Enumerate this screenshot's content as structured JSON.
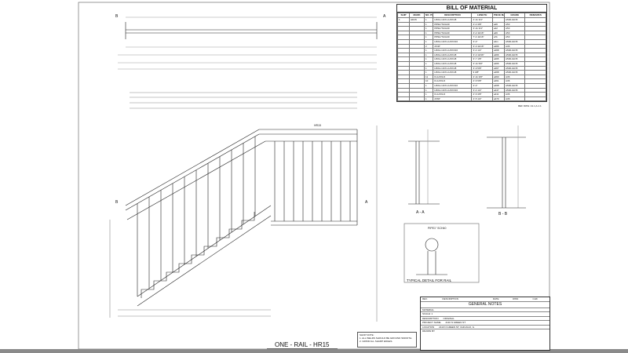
{
  "bom": {
    "title": "BILL OF MATERIAL",
    "headers": [
      "SHIP",
      "MARK",
      "NO. PCS",
      "DESCRIPTION",
      "LENGTH",
      "PIECE MARK",
      "GRADE",
      "REMARKS"
    ],
    "rows": [
      [
        "1",
        "HR15",
        "1",
        "HSS1-1/2X1-1/2X1/8",
        "2'-11 3/4\"",
        "",
        "A500-GR.B",
        ""
      ],
      [
        "",
        "",
        "1",
        "PIPE1\"SCH40",
        "4'-4 3/8\"",
        "a26",
        "A53",
        ""
      ],
      [
        "",
        "",
        "1",
        "PIPE1\"SCH40",
        "3'-11 3/4\"",
        "a42",
        "A53",
        ""
      ],
      [
        "",
        "",
        "1",
        "PIPE1\"SCH40",
        "4'-2 11/16\"",
        "a46",
        "A53",
        ""
      ],
      [
        "",
        "",
        "1",
        "PIPE1\"SCH40",
        "7'-4 11/16\"",
        "a7k",
        "A53",
        ""
      ],
      [
        "",
        "",
        "1",
        "HSS1-1/2X1-1/2X3/16",
        "3'-4\"",
        "a3m",
        "A500-GR.B",
        ""
      ],
      [
        "",
        "",
        "2",
        "2X4P",
        "3'-3 11/16\"",
        "a366",
        "A36",
        ""
      ],
      [
        "",
        "",
        "1",
        "HSS1-1/2X1-1/2X3/16",
        "3'-4 1/2\"",
        "a368",
        "A500-GR.B",
        ""
      ],
      [
        "",
        "",
        "1",
        "HSS1-1/2X1-1/2X1/8",
        "3'-3 13/16\"",
        "a366",
        "A500-GR.B",
        ""
      ],
      [
        "",
        "",
        "1",
        "HSS1-1/2X1-1/2X1/8",
        "3'-7 1/8\"",
        "a365",
        "A500-GR.B",
        ""
      ],
      [
        "",
        "",
        "1",
        "HSS1-1/2X1-1/2X1/8",
        "3'-11 5/8\"",
        "a366",
        "A500-GR.B",
        ""
      ],
      [
        "",
        "",
        "1",
        "HSS1-1/2X1-1/2X1/8",
        "3'-9 5/8\"",
        "a367",
        "A500-GR.B",
        ""
      ],
      [
        "",
        "",
        "1",
        "HSS1-1/2X1-1/2X1/8",
        "9 3/8\"",
        "a368",
        "A500-GR.B",
        ""
      ],
      [
        "",
        "",
        "11",
        "FL1/2X1/2",
        "2'-11 3/8\"",
        "a360",
        "A36",
        ""
      ],
      [
        "",
        "",
        "10",
        "FL1/2X1/2",
        "2'-6 5/8\"",
        "a361",
        "A36",
        ""
      ],
      [
        "",
        "",
        "1",
        "HSS1-1/2X1-1/2X3/16",
        "3'-4\"",
        "a468",
        "A500-GR.B",
        ""
      ],
      [
        "",
        "",
        "1",
        "HSS1-1/2X1-1/2X3/16",
        "3'-4 1/2\"",
        "a447",
        "A500-GR.B",
        ""
      ],
      [
        "",
        "",
        "1",
        "FL1/2X1/2",
        "2'-6 3/8\"",
        "a411",
        "A36",
        ""
      ],
      [
        "",
        "",
        "1",
        "2X6P",
        "4'-5 1/2\"",
        "a470",
        "A36",
        ""
      ]
    ]
  },
  "ref_dwg": "REF DWG: A1.1,A.1.1",
  "title_block": {
    "rev_header": [
      "REV.",
      "DESCRIPTION",
      "DATE",
      "DWN",
      "CHK"
    ],
    "general_notes": "GENERAL NOTES",
    "material": "MATERIAL",
    "scale": "SCALE: 1",
    "project_name_label": "PROJECT NAME",
    "project_name": "2110 N GREEN ST",
    "location_label": "LOCATION",
    "location": "2110 N GREEN ST, CHICAGO, IL",
    "description_label": "DESCRIPTION",
    "description": "ORIGINAL",
    "drawn_by": "DRAWN BY"
  },
  "labels": {
    "section_aa": "A - A",
    "section_bb": "B - B",
    "typical_detail": "TYPICAL DETAIL FOR RAIL",
    "pipe_callout": "PIPE1\" SCH40",
    "drawing_title": "ONE - RAIL - HR15",
    "mark_a": "A",
    "mark_b": "B",
    "hr15": "HR15"
  },
  "shop_note": {
    "title": "SHOP NOTE:",
    "lines": [
      "1. ALL WELDS SHOULD BE GROUND SMOOTH.",
      "2. GRIND ALL SHARP EDGES."
    ]
  }
}
